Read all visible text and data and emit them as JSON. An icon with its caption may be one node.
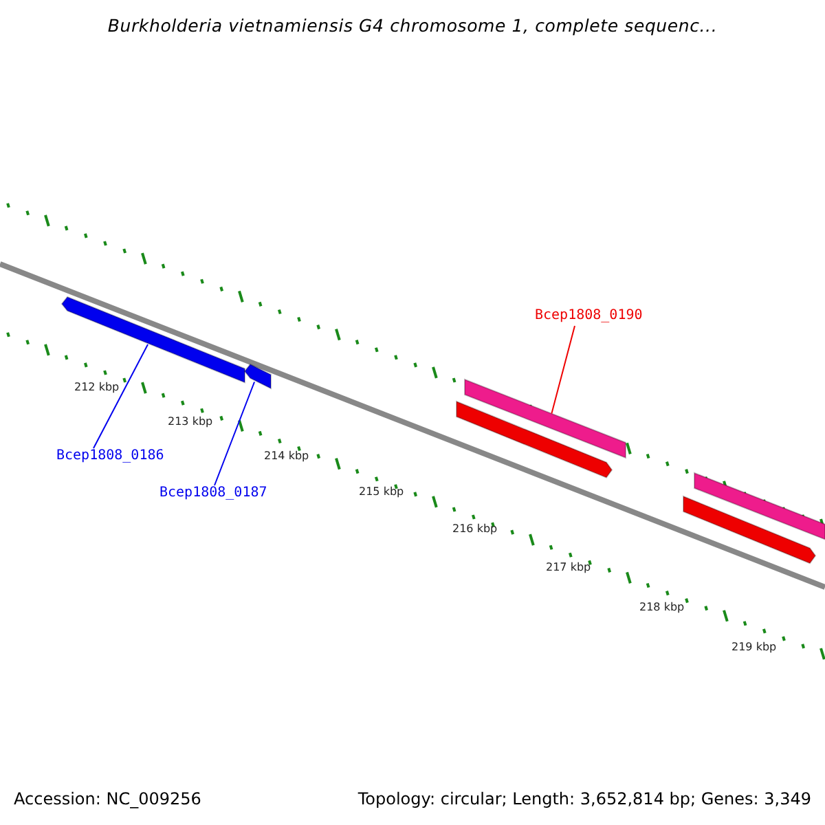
{
  "diagram": {
    "title": "Burkholderia vietnamiensis G4 chromosome 1, complete sequenc...",
    "nodes": [
      {
        "text": [
          "Bcep1808_0186"
        ]
      },
      {
        "text": [
          "Bcep1808_0187"
        ]
      },
      {
        "text": [
          "Bcep1808_0190"
        ]
      },
      {
        "text": [],
        "shape": "bar"
      },
      {
        "text": [],
        "shape": "bar"
      },
      {
        "text": [],
        "shape": "bar"
      },
      {
        "text": [],
        "shape": "bar"
      },
      {
        "text": [],
        "shape": "bar"
      },
      {
        "text": [],
        "shape": "bar"
      }
    ],
    "edges": [
      {
        "from": 0,
        "to": 3,
        "arrow": "none"
      },
      {
        "from": 1,
        "to": 4,
        "arrow": "none"
      },
      {
        "from": 2,
        "to": 5,
        "arrow": "none",
        "color": "#ee0000"
      }
    ],
    "labels": [
      "212 kbp",
      "213 kbp",
      "214 kbp",
      "215 kbp",
      "216 kbp",
      "217 kbp",
      "218 kbp",
      "219 kbp",
      "Accession: NC_009256",
      "Topology: circular; Length: 3,652,814 bp; Genes: 3,349"
    ]
  }
}
